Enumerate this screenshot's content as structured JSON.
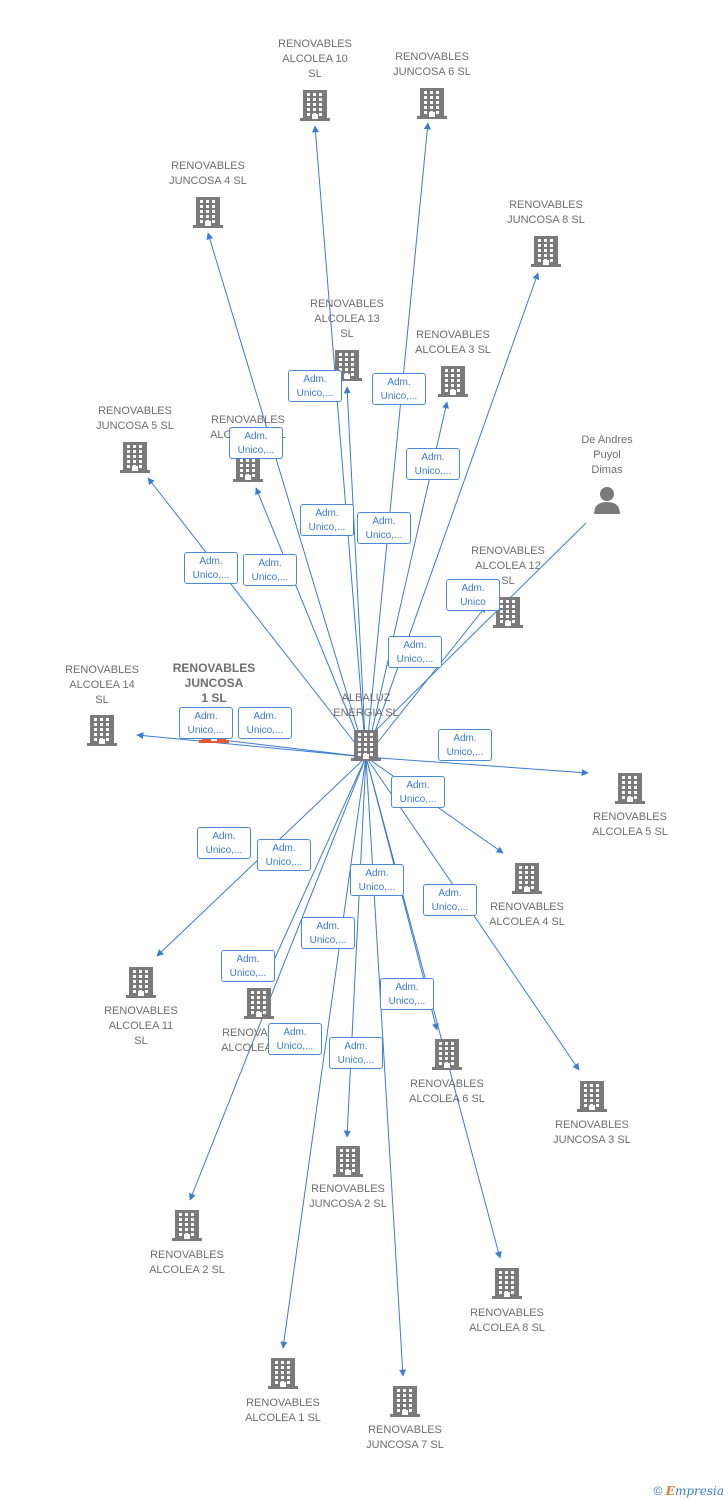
{
  "center": {
    "id": "center",
    "label": "ALBALUZ\nENERGIA  SL",
    "type": "company"
  },
  "nodes": [
    {
      "id": "n1",
      "label": "RENOVABLES\nALCOLEA 10\nSL",
      "type": "company"
    },
    {
      "id": "n2",
      "label": "RENOVABLES\nJUNCOSA 6  SL",
      "type": "company"
    },
    {
      "id": "n3",
      "label": "RENOVABLES\nJUNCOSA 4  SL",
      "type": "company"
    },
    {
      "id": "n4",
      "label": "RENOVABLES\nJUNCOSA 8  SL",
      "type": "company"
    },
    {
      "id": "n5",
      "label": "RENOVABLES\nALCOLEA 13\nSL",
      "type": "company"
    },
    {
      "id": "n6",
      "label": "RENOVABLES\nALCOLEA 3  SL",
      "type": "company"
    },
    {
      "id": "n7",
      "label": "RENOVABLES\nJUNCOSA 5  SL",
      "type": "company"
    },
    {
      "id": "n8",
      "label": "RENOVABLES\nALCOLEA 7  SL",
      "type": "company"
    },
    {
      "id": "n9",
      "label": "De Andres\nPuyol\nDimas",
      "type": "person"
    },
    {
      "id": "n10",
      "label": "RENOVABLES\nALCOLEA 12\nSL",
      "type": "company"
    },
    {
      "id": "n11",
      "label": "RENOVABLES\nALCOLEA 14\nSL",
      "type": "company"
    },
    {
      "id": "n12",
      "label": "RENOVABLES\nJUNCOSA\n1  SL",
      "type": "focus"
    },
    {
      "id": "n13",
      "label": "RENOVABLES\nALCOLEA 5  SL",
      "type": "company"
    },
    {
      "id": "n14",
      "label": "RENOVABLES\nALCOLEA 4  SL",
      "type": "company"
    },
    {
      "id": "n15",
      "label": "RENOVABLES\nALCOLEA 11\nSL",
      "type": "company"
    },
    {
      "id": "n16",
      "label": "RENOVABLES\nALCOLEA 9  SL",
      "type": "company"
    },
    {
      "id": "n17",
      "label": "RENOVABLES\nALCOLEA 6  SL",
      "type": "company"
    },
    {
      "id": "n18",
      "label": "RENOVABLES\nJUNCOSA 3  SL",
      "type": "company"
    },
    {
      "id": "n19",
      "label": "RENOVABLES\nJUNCOSA 2  SL",
      "type": "company"
    },
    {
      "id": "n20",
      "label": "RENOVABLES\nALCOLEA 2  SL",
      "type": "company"
    },
    {
      "id": "n21",
      "label": "RENOVABLES\nALCOLEA 8  SL",
      "type": "company"
    },
    {
      "id": "n22",
      "label": "RENOVABLES\nALCOLEA 1  SL",
      "type": "company"
    },
    {
      "id": "n23",
      "label": "RENOVABLES\nJUNCOSA 7  SL",
      "type": "company"
    }
  ],
  "edges": [
    {
      "id": "e1",
      "from": "center",
      "to": "n1",
      "label": "Adm.\nUnico,..."
    },
    {
      "id": "e2",
      "from": "center",
      "to": "n2",
      "label": "Adm.\nUnico,..."
    },
    {
      "id": "e3",
      "from": "center",
      "to": "n3",
      "label": "Adm.\nUnico,..."
    },
    {
      "id": "e4",
      "from": "center",
      "to": "n4",
      "label": "Adm.\nUnico,..."
    },
    {
      "id": "e5",
      "from": "center",
      "to": "n5",
      "label": "Adm.\nUnico,..."
    },
    {
      "id": "e6",
      "from": "center",
      "to": "n6",
      "label": "Adm.\nUnico,..."
    },
    {
      "id": "e7",
      "from": "center",
      "to": "n7",
      "label": "Adm.\nUnico,..."
    },
    {
      "id": "e8",
      "from": "center",
      "to": "n8",
      "label": "Adm.\nUnico,..."
    },
    {
      "id": "e9",
      "from": "n9",
      "to": "center",
      "label": "Adm.\nUnico,..."
    },
    {
      "id": "e10",
      "from": "center",
      "to": "n10",
      "label": "Adm.\nUnico"
    },
    {
      "id": "e11",
      "from": "center",
      "to": "n11",
      "label": "Adm.\nUnico,..."
    },
    {
      "id": "e12",
      "from": "center",
      "to": "n12",
      "label": "Adm.\nUnico,..."
    },
    {
      "id": "e13",
      "from": "center",
      "to": "n13",
      "label": "Adm.\nUnico,..."
    },
    {
      "id": "e14",
      "from": "center",
      "to": "n14",
      "label": "Adm.\nUnico,..."
    },
    {
      "id": "e15",
      "from": "center",
      "to": "n15",
      "label": "Adm.\nUnico,..."
    },
    {
      "id": "e16",
      "from": "center",
      "to": "n16",
      "label": "Adm.\nUnico,..."
    },
    {
      "id": "e17",
      "from": "center",
      "to": "n17",
      "label": "Adm.\nUnico,..."
    },
    {
      "id": "e18",
      "from": "center",
      "to": "n18",
      "label": "Adm.\nUnico,..."
    },
    {
      "id": "e19",
      "from": "center",
      "to": "n19",
      "label": "Adm.\nUnico,..."
    },
    {
      "id": "e20",
      "from": "center",
      "to": "n20",
      "label": "Adm.\nUnico,..."
    },
    {
      "id": "e21",
      "from": "center",
      "to": "n21",
      "label": "Adm.\nUnico,..."
    },
    {
      "id": "e22",
      "from": "center",
      "to": "n22",
      "label": "Adm.\nUnico,..."
    },
    {
      "id": "e23",
      "from": "center",
      "to": "n23",
      "label": "Adm.\nUnico,..."
    }
  ],
  "colors": {
    "edge": "#3a7bd5",
    "icon": "#7a7a7a",
    "focus_icon": "#e8582e",
    "label_text": "#6e6e6e"
  },
  "icons": {
    "company": "building-icon",
    "person": "person-icon",
    "focus": "building-icon"
  },
  "footer": {
    "copyright": "©",
    "brand_first": "E",
    "brand_rest": "mpresia"
  }
}
